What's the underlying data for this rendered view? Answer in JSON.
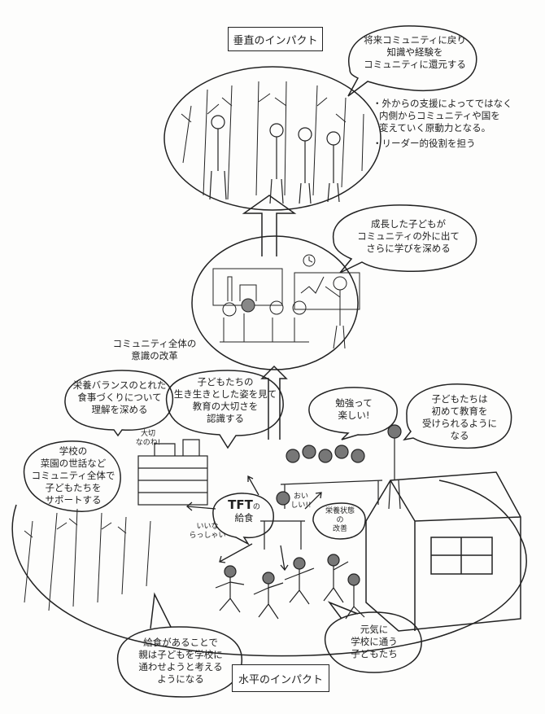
{
  "vertical_impact": {
    "title": "垂直のインパクト",
    "bubble": [
      "将来コミュニティに戻り",
      "知識や経験を",
      "コミュニティに還元する"
    ],
    "bullets": [
      "・外からの支援によってではなく",
      "内側からコミュニティや国を",
      "変えていく原動力となる。",
      "・リーダー的役割を担う"
    ]
  },
  "middle": {
    "bubble": [
      "成長した子どもが",
      "コミュニティの外に出て",
      "さらに学びを深める"
    ],
    "community_label": [
      "コミュニティ全体の",
      "意識の改革"
    ]
  },
  "horizontal_impact": {
    "title": "水平のインパクト",
    "bubbles": {
      "nutrition": [
        "栄養バランスのとれた",
        "食事づくりについて",
        "理解を深める"
      ],
      "parents_see": [
        "子どもたちの",
        "生き生きとした姿を見て",
        "教育の大切さを",
        "認識する"
      ],
      "garden": [
        "学校の",
        "菜園の世話など",
        "コミュニティ全体で",
        "子どもたちを",
        "サポートする"
      ],
      "study_fun": [
        "勉強って",
        "楽しい!"
      ],
      "first_education": [
        "子どもたちは",
        "初めて教育を",
        "受けられるように",
        "なる"
      ],
      "tft_meal": [
        "TFT",
        "の",
        "給食"
      ],
      "nutrition_status": [
        "栄養状態",
        "の",
        "改善"
      ],
      "parents_send": [
        "給食があることで",
        "親は子どもを学校に",
        "通わせようと考える",
        "ようになる"
      ],
      "energetic": [
        "元気に",
        "学校に通う",
        "子どもたち"
      ]
    },
    "exclamations": {
      "important": [
        "大切",
        "なのね!"
      ],
      "delicious": [
        "おい",
        "しい!!"
      ],
      "good": [
        "いいな",
        "らっしゃい"
      ]
    }
  }
}
